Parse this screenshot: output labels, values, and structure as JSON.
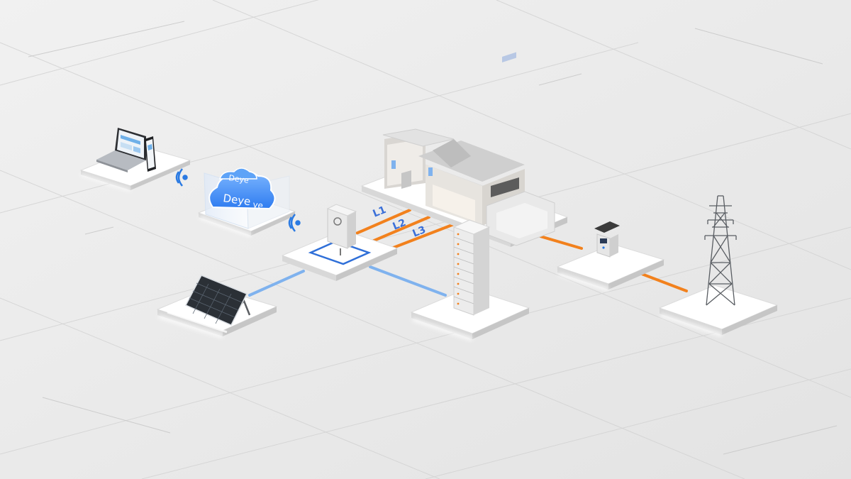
{
  "phases": [
    "L1",
    "L2",
    "L3"
  ],
  "cloud": {
    "brand_front": "Deye",
    "brand_back": "Deye",
    "brand_side": "ye"
  },
  "colors": {
    "ac_line": "#f2811d",
    "dc_line": "#7fb2ee",
    "cloud_blue": "#3d8af0",
    "label_blue": "#3a6fd8",
    "wifi_blue": "#2a7ae2",
    "platform_top": "#f7f7f7",
    "background": "#eaeaea"
  },
  "icons": [
    "laptop-icon",
    "phone-icon",
    "wifi-icon",
    "cloud-icon",
    "solar-panel-icon",
    "inverter-icon",
    "house-icon",
    "battery-rack-icon",
    "smart-meter-icon",
    "transmission-tower-icon"
  ]
}
